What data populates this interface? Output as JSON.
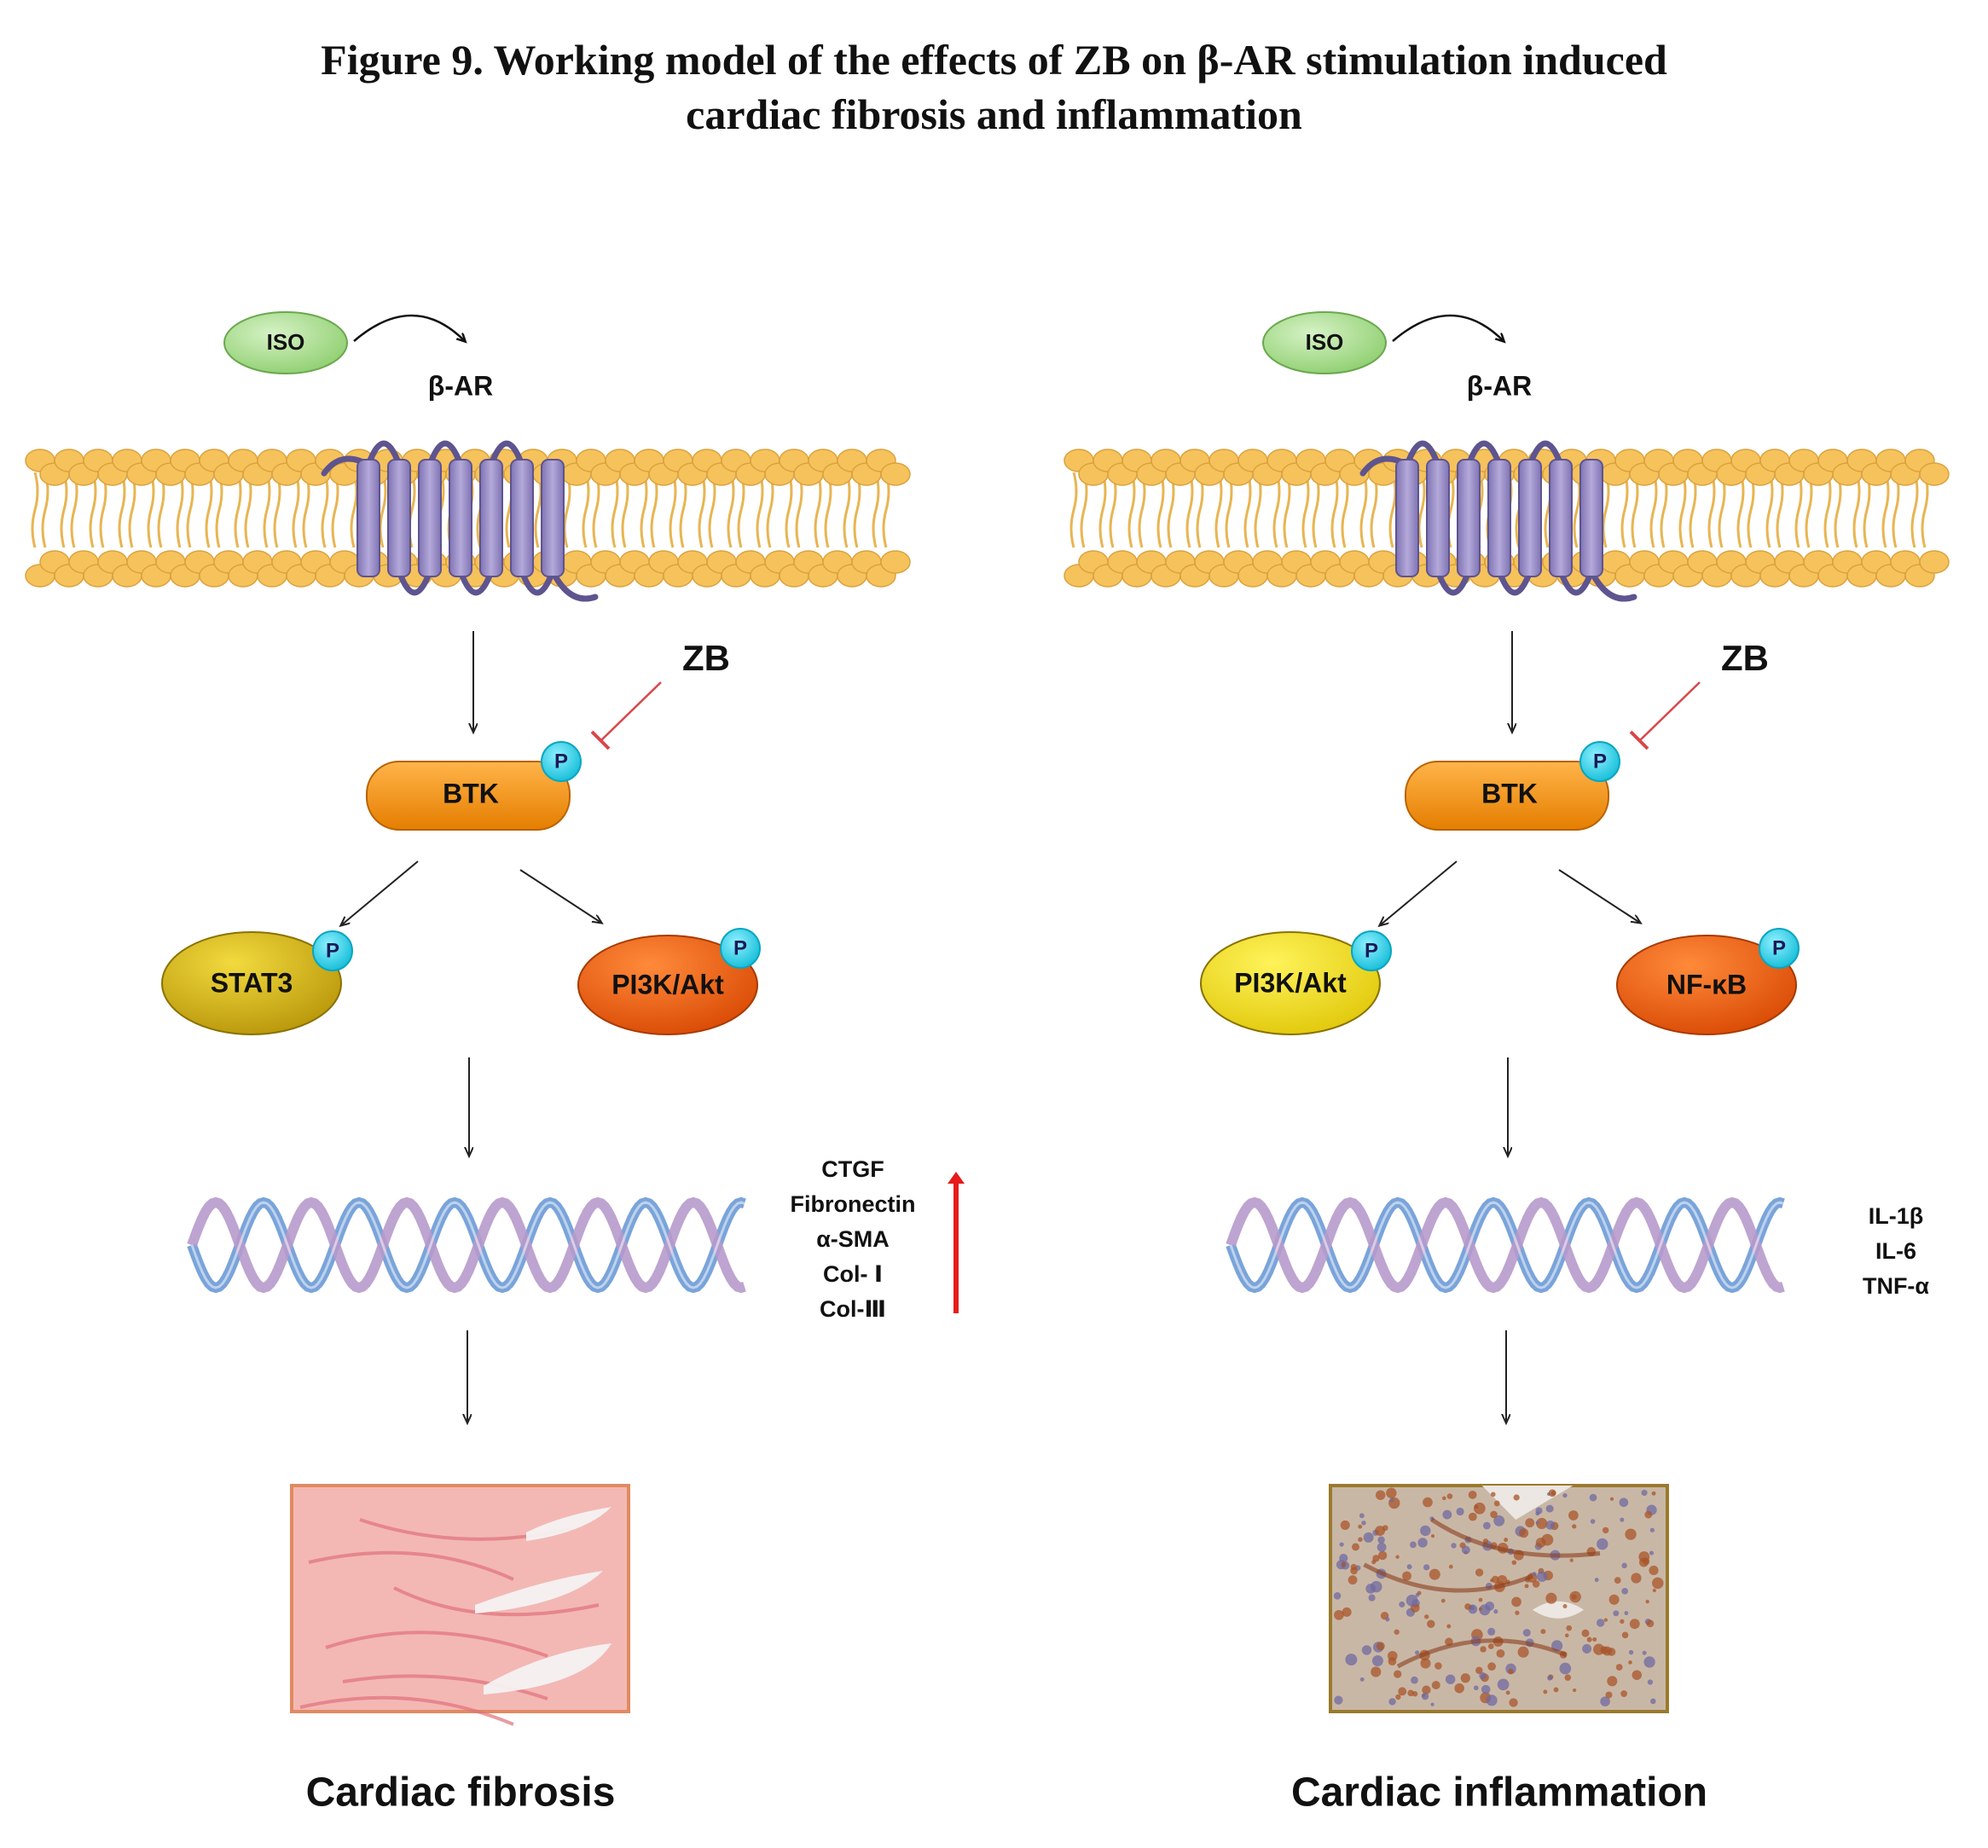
{
  "figure": {
    "title_line1": "Figure 9. Working model of the effects of ZB on β-AR stimulation induced",
    "title_line2": "cardiac fibrosis and inflammation"
  },
  "panels": [
    {
      "ligand": "ISO",
      "receptor": "β-AR",
      "inhibitor": "ZB",
      "kinase": "BTK",
      "phospho": "P",
      "left_effector": "STAT3",
      "right_effector": "PI3K/Akt",
      "genes": [
        "CTGF",
        "Fibronectin",
        "α-SMA",
        "Col- Ⅰ",
        "Col-Ⅲ"
      ],
      "outcome": "Cardiac fibrosis"
    },
    {
      "ligand": "ISO",
      "receptor": "β-AR",
      "inhibitor": "ZB",
      "kinase": "BTK",
      "phospho": "P",
      "left_effector": "PI3K/Akt",
      "right_effector": "NF-κB",
      "genes": [
        "IL-1β",
        "IL-6",
        "TNF-α"
      ],
      "outcome": "Cardiac inflammation"
    }
  ],
  "colors": {
    "membrane_head": "#f6c25b",
    "membrane_tail": "#e8b552",
    "receptor": "#9b8fc4",
    "receptor_edge": "#5e548f",
    "iso": "#a6dc8c",
    "btk": "#f6900c",
    "phospho": "#22cfe6",
    "stat3": "#d6b40e",
    "pi3k_left": "#ef5e0e",
    "pi3k_right": "#f5e40c",
    "nfkb": "#ef5e0e",
    "up_arrow": "#e61b1b",
    "inhibit": "#d9464a",
    "dna_a": "#6c9ad6",
    "dna_b": "#b79acb",
    "fibrosis_tissue": "#f3b8b4",
    "inflammation_tissue": "#c9b7a6"
  }
}
